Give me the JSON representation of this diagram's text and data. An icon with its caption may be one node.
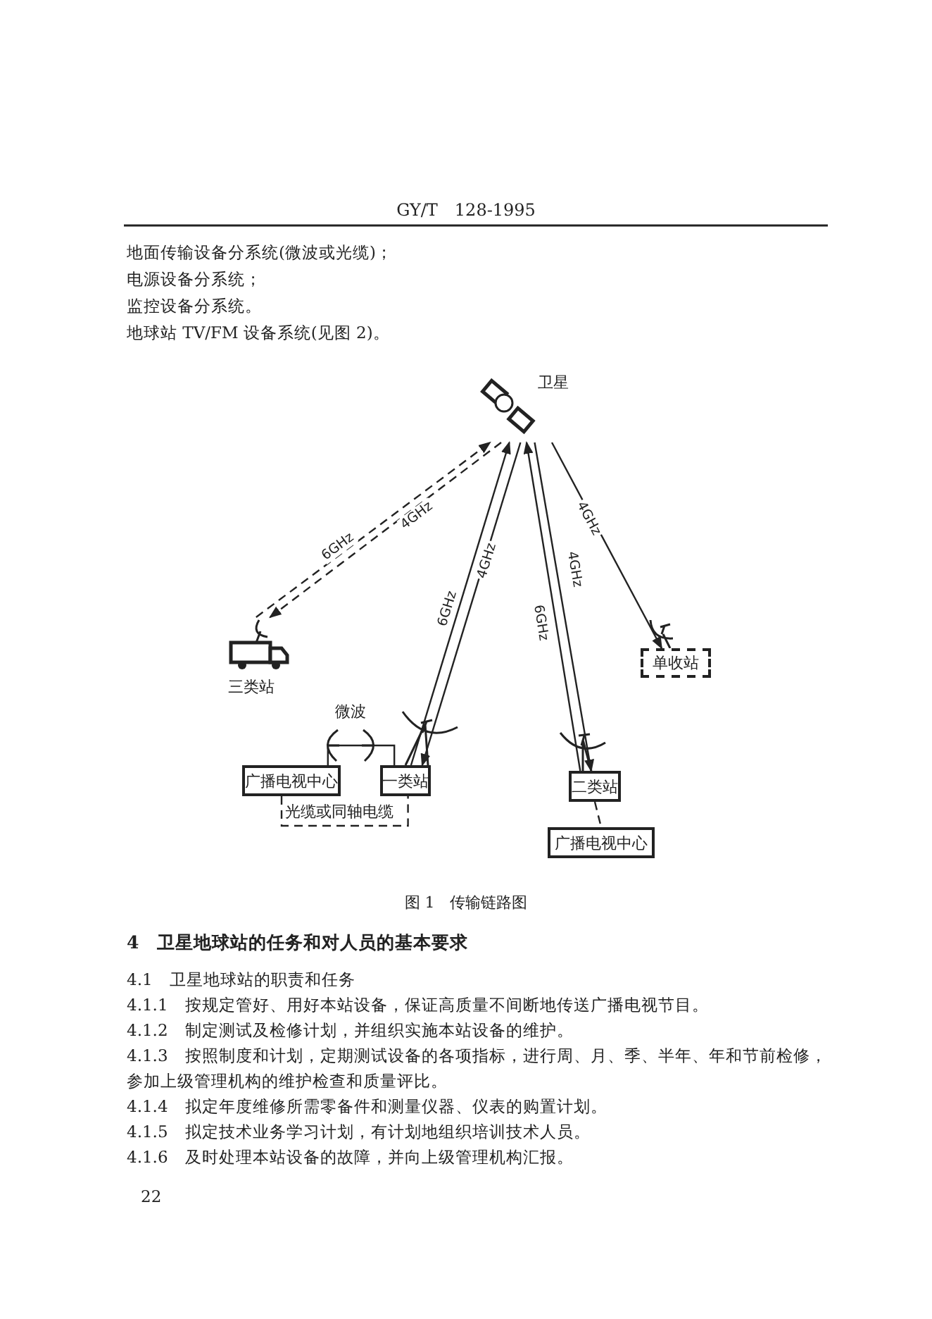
{
  "diagram": {
    "caption": "图 1　传输链路图",
    "nodes": [
      {
        "text": [
          "卫星"
        ]
      },
      {
        "text": [
          "三类站"
        ]
      },
      {
        "text": [
          "单收站"
        ]
      },
      {
        "text": [
          "广播电视中心"
        ]
      },
      {
        "text": [
          "一类站"
        ]
      },
      {
        "text": [
          "二类站"
        ]
      },
      {
        "text": [
          "广播电视中心"
        ]
      }
    ],
    "edges": [
      {
        "from": 1,
        "to": 0,
        "arrow": "to",
        "label": "6GHz",
        "style": "dashed"
      },
      {
        "from": 0,
        "to": 1,
        "arrow": "to",
        "label": "4GHz",
        "style": "dashed"
      },
      {
        "from": 4,
        "to": 0,
        "arrow": "to",
        "label": "6GHz"
      },
      {
        "from": 0,
        "to": 4,
        "arrow": "to",
        "label": "4GHz"
      },
      {
        "from": 5,
        "to": 0,
        "arrow": "to",
        "label": "6GHz"
      },
      {
        "from": 0,
        "to": 5,
        "arrow": "to",
        "label": "4GHz"
      },
      {
        "from": 0,
        "to": 2,
        "arrow": "to",
        "label": "4GHz"
      },
      {
        "from": 3,
        "to": 4,
        "arrow": "none",
        "label": "微波"
      },
      {
        "from": 3,
        "to": 4,
        "arrow": "none",
        "label": "光缆或同轴电缆",
        "style": "dashed"
      },
      {
        "from": 5,
        "to": 6,
        "arrow": "none",
        "style": "dashed"
      }
    ],
    "labels": [
      "GY/T　128-1995",
      "地面传输设备分系统(微波或光缆)；",
      "电源设备分系统；",
      "监控设备分系统。",
      "地球站 TV/FM 设备系统(见图 2)。",
      "4　卫星地球站的任务和对人员的基本要求",
      "4.1　卫星地球站的职责和任务",
      "4.1.1　按规定管好、用好本站设备，保证高质量不间断地传送广播电视节目。",
      "4.1.2　制定测试及检修计划，并组织实施本站设备的维护。",
      "4.1.3　按照制度和计划，定期测试设备的各项指标，进行周、月、季、半年、年和节前检修，参加上级管理机构的维护检查和质量评比。",
      "4.1.4　拟定年度维修所需零备件和测量仪器、仪表的购置计划。",
      "4.1.5　拟定技术业务学习计划，有计划地组织培训技术人员。",
      "4.1.6　及时处理本站设备的故障，并向上级管理机构汇报。",
      "22"
    ]
  }
}
